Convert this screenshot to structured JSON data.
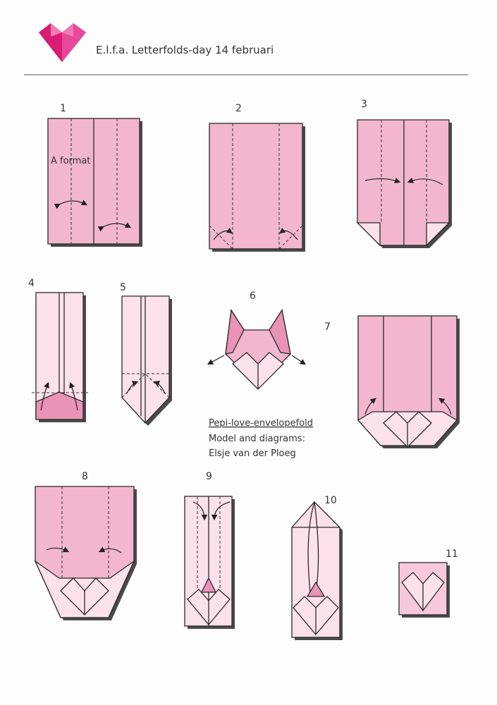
{
  "header": {
    "title": "E.l.f.a. Letterfolds-day 14 februari",
    "logo_icon": "heart-origami-icon",
    "logo_color": "#d81b74"
  },
  "steps": [
    {
      "number": "1",
      "note": "A format"
    },
    {
      "number": "2"
    },
    {
      "number": "3"
    },
    {
      "number": "4"
    },
    {
      "number": "5"
    },
    {
      "number": "6"
    },
    {
      "number": "7"
    },
    {
      "number": "8"
    },
    {
      "number": "9"
    },
    {
      "number": "10"
    },
    {
      "number": "11"
    }
  ],
  "credits": {
    "model_name": "Pepi-love-envelopefold",
    "line1": "Model and diagrams:",
    "line2": "Elsje van der Ploeg"
  },
  "colors": {
    "paper_front": "#f2b6cd",
    "paper_light": "#fbe1ea",
    "paper_dark": "#e993b5",
    "outline": "#2a2a2a"
  }
}
